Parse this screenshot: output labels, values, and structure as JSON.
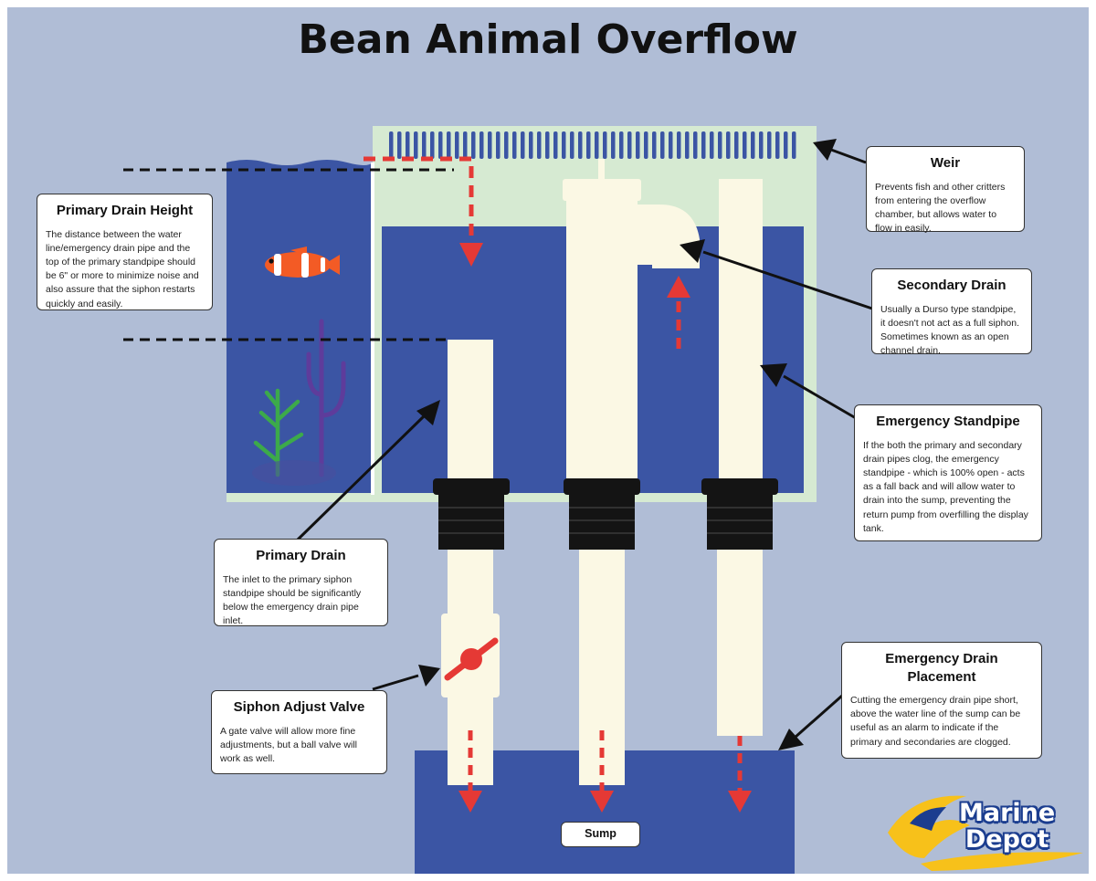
{
  "title": "Bean Animal Overflow",
  "colors": {
    "background": "#b0bdd6",
    "water": "#3b55a4",
    "overflow_box": "#d6ead2",
    "pipe": "#fbf8e4",
    "fitting": "#141414",
    "flow_arrow": "#e53935",
    "valve": "#e53935",
    "coral_green": "#3caa4a",
    "coral_purple": "#5e3c9b",
    "fish_orange": "#f35b25",
    "brand_yellow": "#f7c11a",
    "brand_blue": "#1b3d8f"
  },
  "callouts": {
    "weir": {
      "title": "Weir",
      "text": "Prevents fish and other critters from entering the overflow chamber, but allows water to flow in easily."
    },
    "primary_drain_height": {
      "title": "Primary Drain Height",
      "text": "The distance between the water line/emergency drain pipe and the top of the primary standpipe should be 6\" or more to minimize noise and also assure that the siphon restarts quickly and easily."
    },
    "secondary_drain": {
      "title": "Secondary Drain",
      "text": "Usually a Durso type standpipe, it doesn't not act as a full siphon. Sometimes known as an open channel drain."
    },
    "emergency_standpipe": {
      "title": "Emergency Standpipe",
      "text": "If the both the primary and secondary drain pipes clog, the emergency standpipe - which is 100% open - acts as a fall back and will allow water to drain into the sump, preventing the return pump from overfilling the display tank."
    },
    "primary_drain": {
      "title": "Primary Drain",
      "text": "The inlet to the primary siphon standpipe should be significantly below the emergency drain pipe inlet."
    },
    "siphon_adjust_valve": {
      "title": "Siphon Adjust Valve",
      "text": "A gate valve will allow more fine adjustments, but a ball valve will work as well."
    },
    "emergency_drain_placement": {
      "title": "Emergency Drain Placement",
      "text": "Cutting the emergency drain pipe short, above the water line of the sump can be useful as an alarm to indicate if the primary and secondaries are clogged."
    }
  },
  "sump_label": "Sump",
  "logo": {
    "line1": "Marine",
    "line2": "Depot"
  }
}
